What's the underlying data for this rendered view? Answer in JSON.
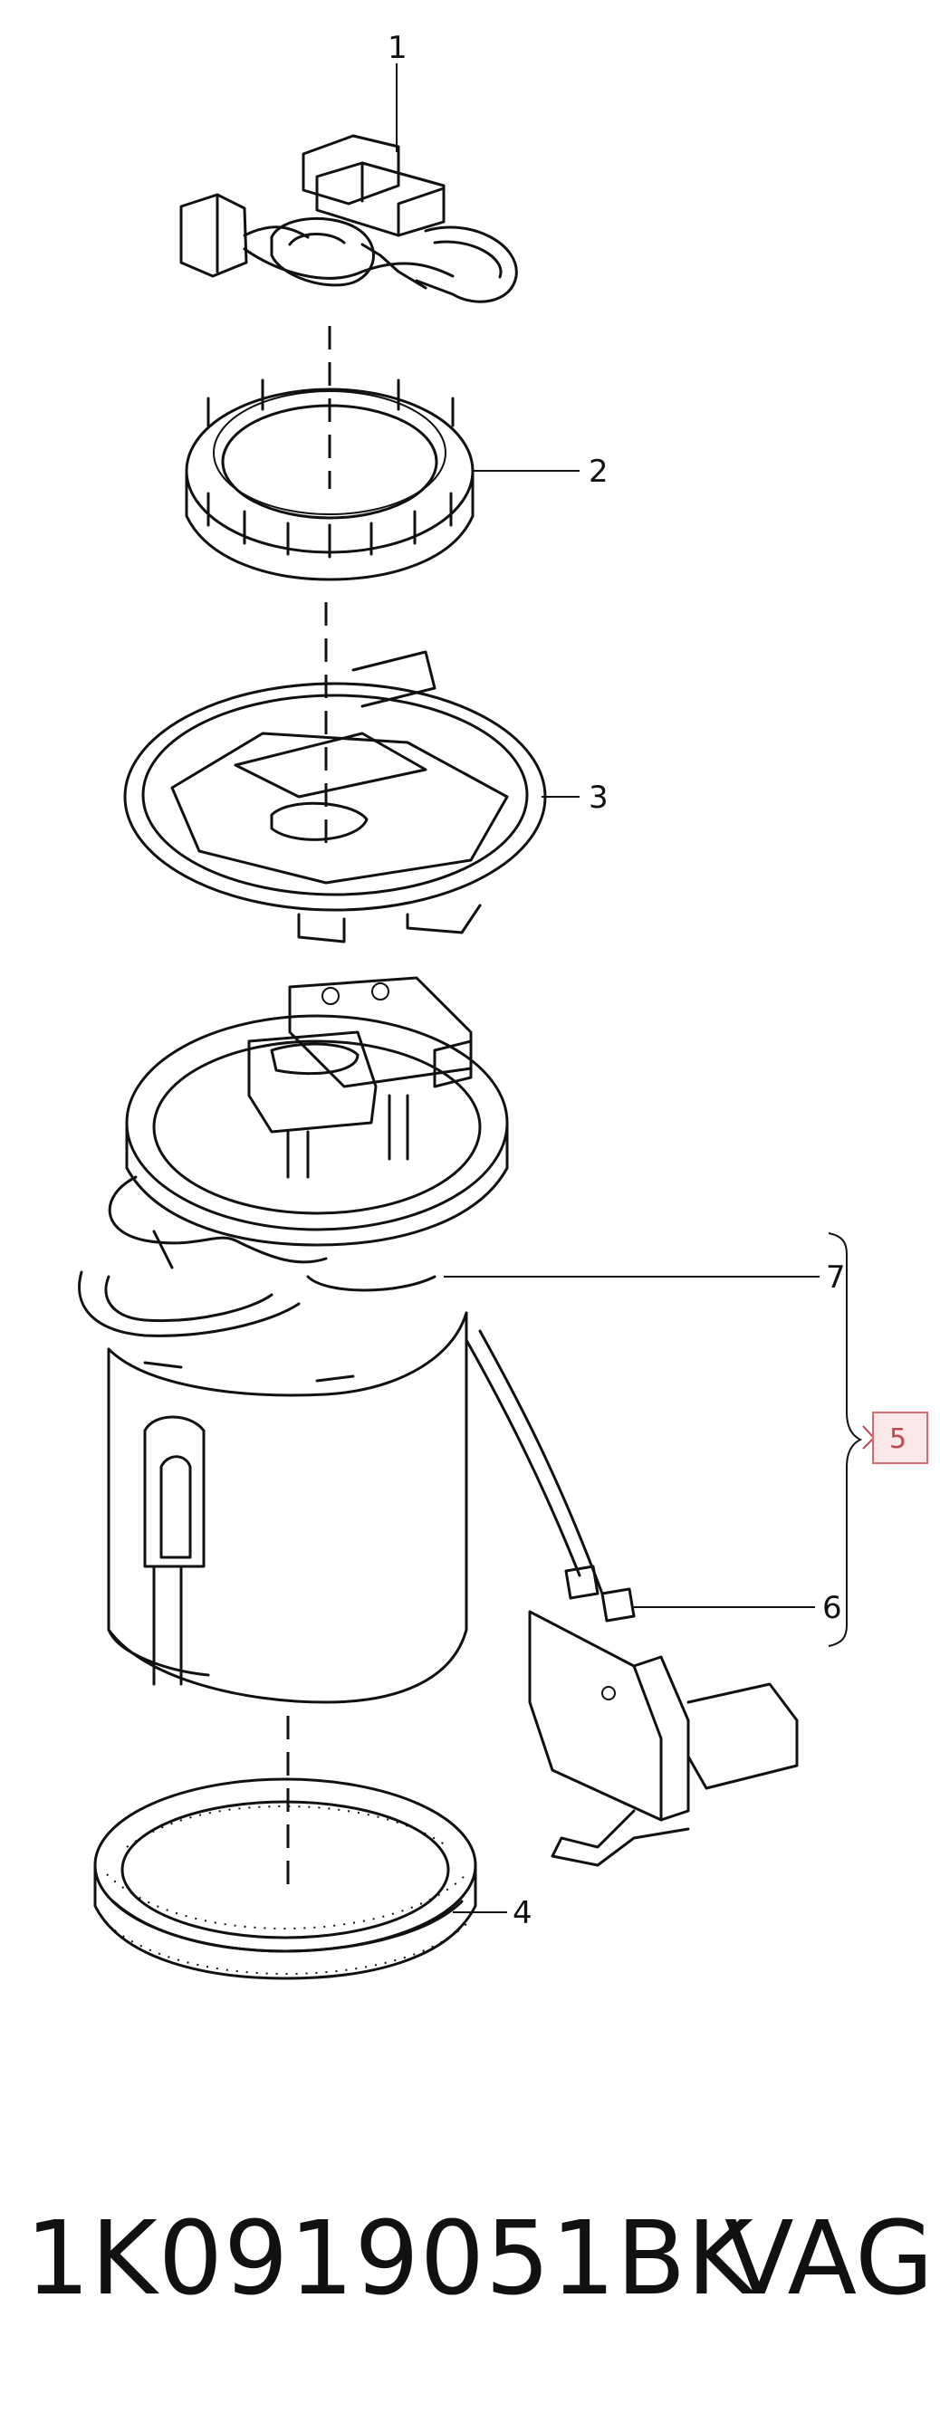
{
  "diagram": {
    "callouts": [
      {
        "id": "1",
        "label": "1"
      },
      {
        "id": "2",
        "label": "2"
      },
      {
        "id": "3",
        "label": "3"
      },
      {
        "id": "4",
        "label": "4"
      },
      {
        "id": "5",
        "label": "5"
      },
      {
        "id": "6",
        "label": "6"
      },
      {
        "id": "7",
        "label": "7"
      }
    ]
  },
  "footer": {
    "part_number": "1K0919051BK",
    "brand": "VAG"
  }
}
